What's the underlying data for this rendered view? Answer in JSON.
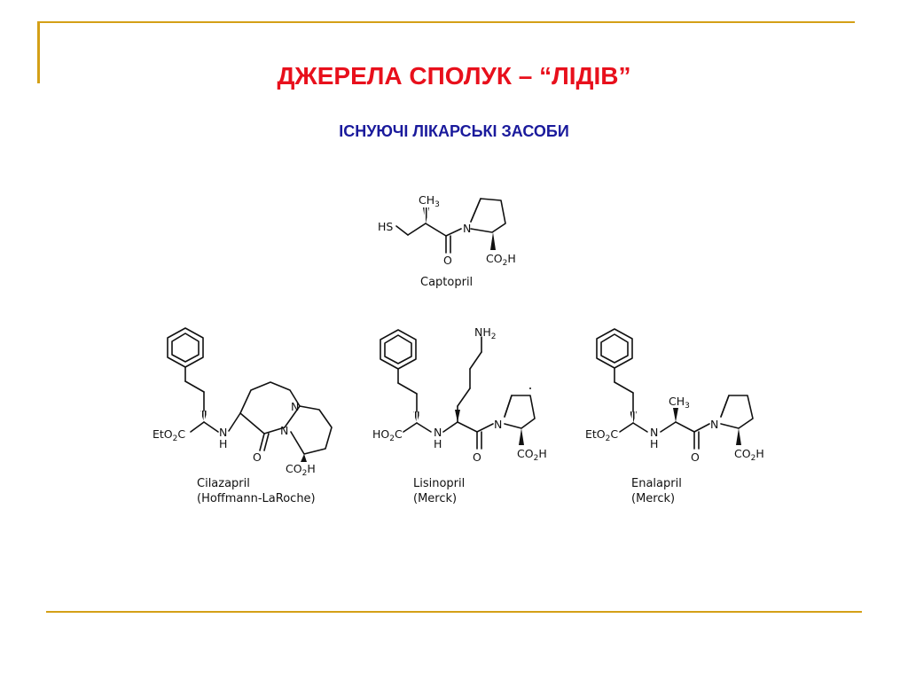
{
  "slide": {
    "title": "ДЖЕРЕЛА СПОЛУК – “ЛІДІВ”",
    "subtitle": "ІСНУЮЧІ ЛІКАРСЬКІ ЗАСОБИ"
  },
  "colors": {
    "title": "#e8101c",
    "subtitle": "#1a1a9c",
    "rule": "#d4a017"
  },
  "captopril": {
    "name": "Captopril",
    "hs": "HS",
    "ch3": "CH",
    "ch3_sub": "3",
    "n": "N",
    "o": "O",
    "co2h_a": "CO",
    "co2h_sub": "2",
    "co2h_b": "H"
  },
  "cilazapril": {
    "name": "Cilazapril",
    "maker": "(Hoffmann-LaRoche)",
    "eto2c_a": "EtO",
    "eto2c_sub": "2",
    "eto2c_b": "C",
    "nh_n": "N",
    "nh_h": "H",
    "o": "O",
    "n1": "N",
    "n2": "N",
    "co2h_a": "CO",
    "co2h_sub": "2",
    "co2h_b": "H"
  },
  "lisinopril": {
    "name": "Lisinopril",
    "maker": "(Merck)",
    "ho2c_a": "HO",
    "ho2c_sub": "2",
    "ho2c_b": "C",
    "nh2_a": "NH",
    "nh2_sub": "2",
    "nh_n": "N",
    "nh_h": "H",
    "n": "N",
    "o": "O",
    "co2h_a": "CO",
    "co2h_sub": "2",
    "co2h_b": "H"
  },
  "enalapril": {
    "name": "Enalapril",
    "maker": "(Merck)",
    "eto2c_a": "EtO",
    "eto2c_sub": "2",
    "eto2c_b": "C",
    "ch3": "CH",
    "ch3_sub": "3",
    "nh_n": "N",
    "nh_h": "H",
    "n": "N",
    "o": "O",
    "co2h_a": "CO",
    "co2h_sub": "2",
    "co2h_b": "H"
  }
}
